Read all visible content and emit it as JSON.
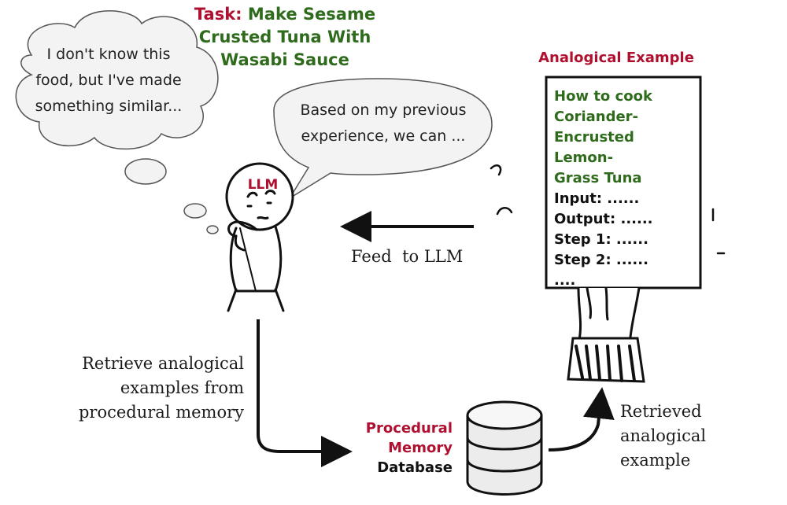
{
  "task": {
    "prefix": "Task:",
    "title_line1": "Make Sesame",
    "title_line2": "Crusted Tuna With",
    "title_line3": "Wasabi Sauce"
  },
  "thought_bubble": {
    "line1": "I don't know this",
    "line2": "food, but I've made",
    "line3": "something similar..."
  },
  "speech_bubble": {
    "line1": "Based on my previous",
    "line2": "experience, we can ..."
  },
  "llm_label": "LLM",
  "feed_label": "Feed  to LLM",
  "retrieve_label": {
    "line1": "Retrieve analogical",
    "line2": "examples from",
    "line3": "procedural memory"
  },
  "database": {
    "line1": "Procedural",
    "line2": "Memory",
    "line3": "Database"
  },
  "retrieved_label": {
    "line1": "Retrieved",
    "line2": "analogical",
    "line3": "example"
  },
  "analogical_example": {
    "title": "Analogical Example",
    "heading_line1": "How to cook",
    "heading_line2": "Coriander-",
    "heading_line3": "Encrusted Lemon-",
    "heading_line4": "Grass Tuna",
    "input": "Input: ......",
    "output": "Output: ......",
    "step1": "Step 1: ......",
    "step2": "Step 2: ......",
    "more": "...."
  },
  "colors": {
    "accent_red": "#b01030",
    "accent_green": "#2f6b1c",
    "ink": "#1c1c1c"
  }
}
